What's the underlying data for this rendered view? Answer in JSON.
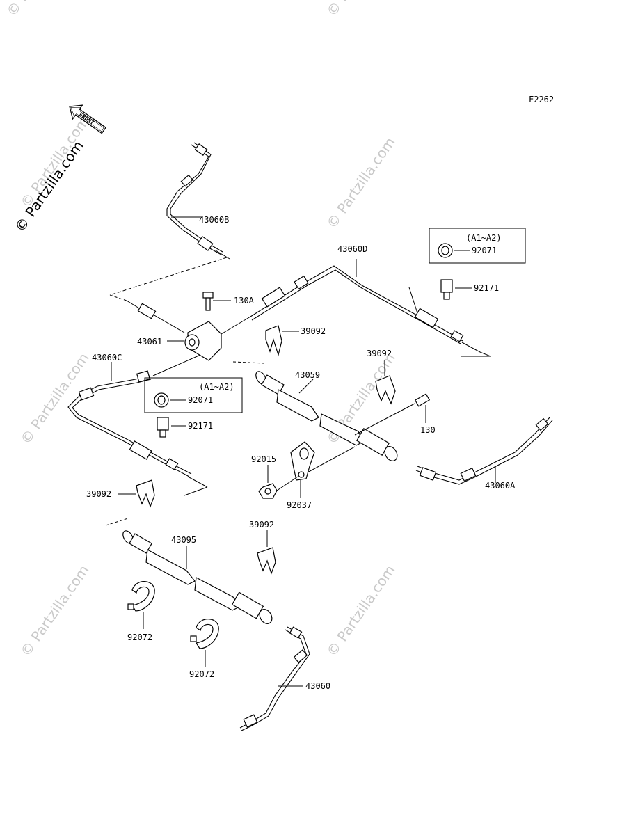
{
  "figure_code": "F2262",
  "front_label": "FRONT",
  "watermark": "© Partzilla.com",
  "parts": {
    "p43060B": "43060B",
    "p43060D": "43060D",
    "p130A": "130A",
    "p43061": "43061",
    "p39092_a": "39092",
    "p43060C": "43060C",
    "p92071_top": "92071",
    "p92071_mid": "92071",
    "p92171_top": "92171",
    "p92171_mid": "92171",
    "p39092_b": "39092",
    "p43059": "43059",
    "p130": "130",
    "p92015": "92015",
    "p92037": "92037",
    "p43060A": "43060A",
    "p39092_c": "39092",
    "p39092_d": "39092",
    "p43095": "43095",
    "p92072_a": "92072",
    "p92072_b": "92072",
    "p43060": "43060"
  },
  "applicability": {
    "top": "(A1~A2)",
    "mid": "(A1~A2)"
  }
}
